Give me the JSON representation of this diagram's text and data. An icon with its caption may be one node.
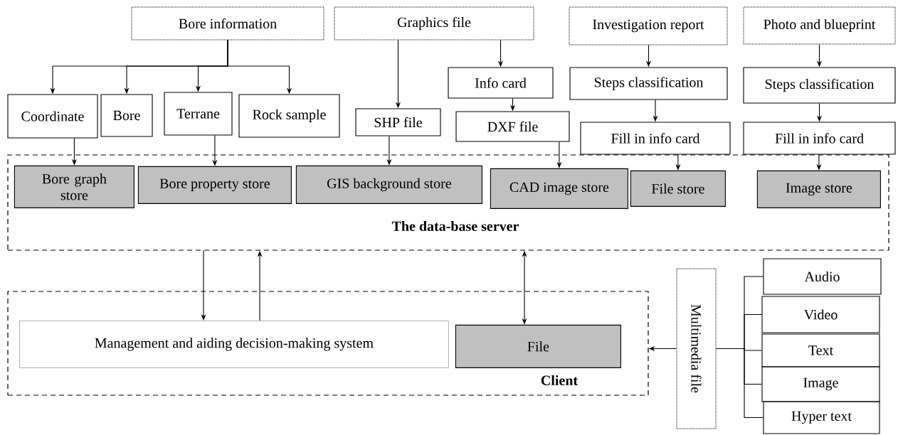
{
  "diagram": {
    "nodes": [
      {
        "text": [
          "Bore information"
        ]
      },
      {
        "text": [
          "Graphics file"
        ]
      },
      {
        "text": [
          "Investigation report"
        ]
      },
      {
        "text": [
          "Photo and blueprint"
        ]
      },
      {
        "text": [
          "Coordinate"
        ]
      },
      {
        "text": [
          "Bore"
        ]
      },
      {
        "text": [
          "Terrane"
        ]
      },
      {
        "text": [
          "Rock sample"
        ]
      },
      {
        "text": [
          "SHP file"
        ]
      },
      {
        "text": [
          "Info card"
        ]
      },
      {
        "text": [
          "DXF file"
        ]
      },
      {
        "text": [
          "Steps classification"
        ]
      },
      {
        "text": [
          "Fill in info card"
        ]
      },
      {
        "text": [
          "Steps classification"
        ]
      },
      {
        "text": [
          "Fill in info card"
        ]
      },
      {
        "text": [
          "The data-base server"
        ]
      },
      {
        "text": [
          "Bore graph store"
        ],
        "in": 15
      },
      {
        "text": [
          "Bore property store"
        ],
        "in": 15
      },
      {
        "text": [
          "GIS background store"
        ],
        "in": 15
      },
      {
        "text": [
          "CAD image store"
        ],
        "in": 15
      },
      {
        "text": [
          "File store"
        ],
        "in": 15
      },
      {
        "text": [
          "Image store"
        ],
        "in": 15
      },
      {
        "text": [
          "Client"
        ]
      },
      {
        "text": [
          "Management and aiding decision-making system"
        ],
        "in": 22
      },
      {
        "text": [
          "File"
        ],
        "in": 22
      },
      {
        "text": [
          "Multimedia file"
        ]
      },
      {
        "text": [
          "Audio"
        ]
      },
      {
        "text": [
          "Video"
        ]
      },
      {
        "text": [
          "Text"
        ]
      },
      {
        "text": [
          "Image"
        ]
      },
      {
        "text": [
          "Hyper text"
        ]
      }
    ],
    "edges": [
      {
        "from": 0,
        "to": 4,
        "arrow": "to"
      },
      {
        "from": 0,
        "to": 5,
        "arrow": "to"
      },
      {
        "from": 0,
        "to": 6,
        "arrow": "to"
      },
      {
        "from": 0,
        "to": 7,
        "arrow": "to"
      },
      {
        "from": 1,
        "to": 8,
        "arrow": "to"
      },
      {
        "from": 1,
        "to": 9,
        "arrow": "to"
      },
      {
        "from": 9,
        "to": 10,
        "arrow": "to"
      },
      {
        "from": 2,
        "to": 11,
        "arrow": "to"
      },
      {
        "from": 11,
        "to": 12,
        "arrow": "to"
      },
      {
        "from": 3,
        "to": 13,
        "arrow": "to"
      },
      {
        "from": 13,
        "to": 14,
        "arrow": "to"
      },
      {
        "from": 4,
        "to": 16,
        "arrow": "to"
      },
      {
        "from": 6,
        "to": 17,
        "arrow": "to"
      },
      {
        "from": 8,
        "to": 18,
        "arrow": "to"
      },
      {
        "from": 10,
        "to": 19,
        "arrow": "to"
      },
      {
        "from": 12,
        "to": 20,
        "arrow": "to"
      },
      {
        "from": 14,
        "to": 21,
        "arrow": "to"
      },
      {
        "from": 15,
        "to": 23,
        "arrow": "to"
      },
      {
        "from": 23,
        "to": 15,
        "arrow": "to"
      },
      {
        "from": 15,
        "to": 24,
        "arrow": "both"
      },
      {
        "from": 25,
        "to": 22,
        "arrow": "to"
      },
      {
        "from": 25,
        "to": 26,
        "arrow": "none"
      },
      {
        "from": 25,
        "to": 27,
        "arrow": "none"
      },
      {
        "from": 25,
        "to": 28,
        "arrow": "none"
      },
      {
        "from": 25,
        "to": 29,
        "arrow": "none"
      },
      {
        "from": 25,
        "to": 30,
        "arrow": "none"
      }
    ]
  }
}
